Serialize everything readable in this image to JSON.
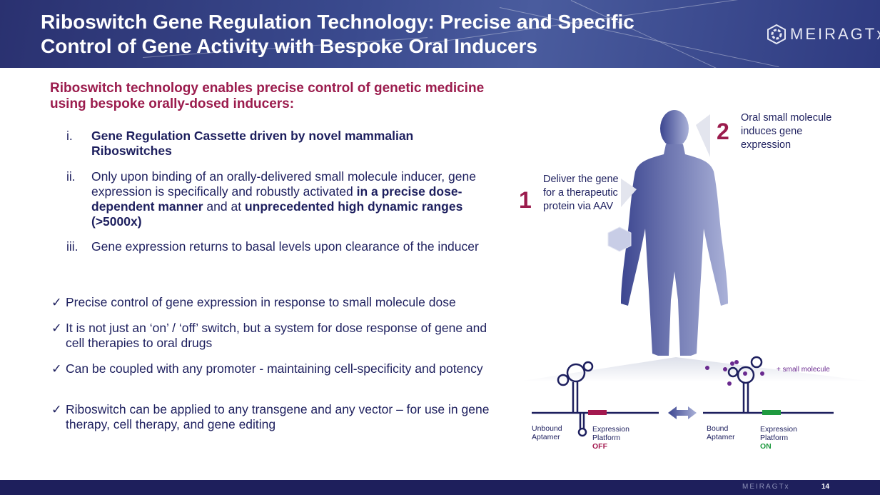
{
  "header": {
    "title_line1": "Riboswitch Gene Regulation Technology: Precise and Specific",
    "title_line2": "Control of Gene Activity with Bespoke Oral Inducers",
    "logo": "MEIRAGTx"
  },
  "subtitle": "Riboswitch technology enables precise control of genetic medicine using bespoke orally-dosed inducers:",
  "numbered": [
    {
      "num": "i.",
      "bold": "Gene Regulation Cassette driven by novel mammalian Riboswitches"
    },
    {
      "num": "ii.",
      "t1": "Only upon binding of an orally-delivered small molecule inducer, gene expression is specifically and robustly activated ",
      "b1": "in a precise dose-dependent manner",
      "t2": " and at ",
      "b2": "unprecedented high dynamic ranges (>5000x)"
    },
    {
      "num": "iii.",
      "text": "Gene expression returns to basal levels upon clearance of the inducer"
    }
  ],
  "checkmark": "✓",
  "checks": [
    "Precise control of gene expression in response to small molecule dose",
    "It is not just an ‘on’ / ‘off’ switch, but a system for dose response of gene and cell therapies to oral drugs",
    "Can be coupled with any promoter - maintaining cell-specificity and potency",
    "Riboswitch can be applied to any transgene and any vector – for use in gene therapy, cell therapy, and gene editing"
  ],
  "diagram": {
    "step1_num": "1",
    "step1": "Deliver the gene for a therapeutic protein via AAV",
    "step2_num": "2",
    "step2": "Oral small molecule induces gene expression",
    "small_molecule": "+ small molecule",
    "unbound": "Unbound Aptamer",
    "bound": "Bound Aptamer",
    "expr_off": "Expression Platform",
    "off": "OFF",
    "expr_on": "Expression Platform",
    "on": "ON",
    "colors": {
      "off": "#a3194f",
      "on": "#1f9a3f",
      "molecule": "#6a2a8f"
    }
  },
  "footer": {
    "logo": "MEIRAGTx",
    "page": "14"
  }
}
